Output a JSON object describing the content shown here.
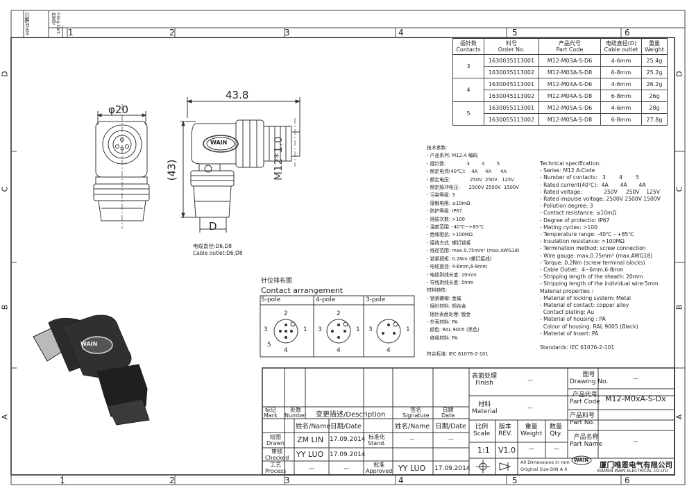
{
  "frame": {
    "filing_date_label": "日期/Date",
    "filing_cert_label_cn": "档案号",
    "filing_cert_label": "Filing Cert.",
    "columns": [
      "1",
      "2",
      "3",
      "4",
      "5",
      "6"
    ],
    "rows": [
      "D",
      "C",
      "B",
      "A"
    ]
  },
  "bom": {
    "headers": [
      {
        "cn": "插针数",
        "en": "Contacts"
      },
      {
        "cn": "料号",
        "en": "Order No."
      },
      {
        "cn": "产品代号",
        "en": "Part Code"
      },
      {
        "cn": "电缆直径(D)",
        "en": "Cable outlet"
      },
      {
        "cn": "重量",
        "en": "Weight"
      }
    ],
    "groups": [
      {
        "contacts": "3",
        "rows": [
          {
            "order": "1630035113001",
            "part": "M12-M03A-S-D6",
            "cable": "4-6mm",
            "weight": "25.4g"
          },
          {
            "order": "1630035113002",
            "part": "M12-M03A-S-D8",
            "cable": "6-8mm",
            "weight": "25.2g"
          }
        ]
      },
      {
        "contacts": "4",
        "rows": [
          {
            "order": "1630045113001",
            "part": "M12-M04A-S-D6",
            "cable": "4-6mm",
            "weight": "26.2g"
          },
          {
            "order": "1630045113002",
            "part": "M12-M04A-S-D8",
            "cable": "6-8mm",
            "weight": "26g"
          }
        ]
      },
      {
        "contacts": "5",
        "rows": [
          {
            "order": "1630055113001",
            "part": "M12-M05A-S-D6",
            "cable": "4-6mm",
            "weight": "28g"
          },
          {
            "order": "1630055113002",
            "part": "M12-M05A-S-D8",
            "cable": "6-8mm",
            "weight": "27.8g"
          }
        ]
      }
    ]
  },
  "dims": {
    "diameter": "φ20",
    "length": "43.8",
    "height": "(43)",
    "thread": "M12*1.0",
    "d_label": "D",
    "brand": "WAIN",
    "cable_cn": "电缆直径:D6,D8",
    "cable_en": "Cable outlet:D6,D8"
  },
  "contact": {
    "title_cn": "针位排布图",
    "title_en": "Contact arrangement",
    "poles": [
      "5-pole",
      "4-pole",
      "3-pole"
    ],
    "pin_labels": {
      "p1": "1",
      "p2": "2",
      "p3": "3",
      "p4": "4",
      "p5": "5"
    }
  },
  "spec_cn": [
    "技术参数:",
    "- 产品系列: M12-A 编码",
    "- 插针数:              3        4        5",
    "- 额定电流(40℃):    4A     4A      4A",
    "- 额定电压:             250V  250V   125V",
    "- 额定脉冲电压:      2500V 2500V  1500V",
    "- 污染等级: 3",
    "- 接触电阻: ≤10mΩ",
    "- 防护等级: IP67",
    "- 插拔次数: >100",
    "- 温度范围: -40℃~+85℃",
    "- 绝缘阻抗: >100MΩ",
    "- 接线方式: 螺钉锁紧",
    "- 线径范围: max.0.75mm² (max.AWG18)",
    "- 锁紧扭矩: 0.2Nm (螺钉接线)",
    "- 电缆直径: 4-6mm,6-8mm",
    "- 电缆剥线长度: 20mm",
    "- 导线剥线长度: 5mm",
    "材料特性:",
    "- 锁紧螺帽: 金属",
    "- 插针材料: 铜合金",
    "  插针表面处理: 镀金",
    "- 外壳材料: PA",
    "  颜色: RAL 9005 (黑色)",
    "- 绝缘材料: PA",
    "",
    "符合标准: IEC 61076-2-101"
  ],
  "spec_en": [
    "Technical specification:",
    "- Series: M12 A-Code",
    "- Number of contacts:   3        4        5",
    "- Rated current(40℃):  4A       4A       4A",
    "- Rated voltage:             250V     250V    125V",
    "- Rated impulse voltage: 2500V 2500V 1500V",
    "- Pollution degree: 3",
    "- Contact resistance: ≤10mΩ",
    "- Degree of protectio: IP67",
    "- Mating cycles: >100",
    "- Temperature range: -40℃ - +85℃",
    "- Insulation resistance: >100MΩ",
    "- Termination method: screw connection",
    "- Wire gauge: max.0.75mm² (max.AWG18)",
    "- Torque: 0.2Nm (screw terminal blocks)",
    "- Cable Outlet:  4~6mm,6-8mm",
    "- Stripping length of the sheath: 20mm",
    "- Stripping length of the individual wire:5mm",
    "Material properties :",
    "- Material of locking system: Metal",
    "- Material of contact: copper alloy",
    "  Contact plating: Au",
    "- Material of housing : PA",
    "  Colour of housing: RAL 9005 (Black)",
    "- Material of Insert: PA",
    "",
    "Standards: IEC 61076-2-101"
  ],
  "title_block": {
    "mark_cn": "标记",
    "mark_en": "Mark",
    "number_cn": "处数",
    "number_en": "Number",
    "desc": "变更描述/Description",
    "sig_cn": "签名",
    "sig_en": "Signature",
    "date_cn": "日期",
    "date_en": "Date",
    "name_date": "姓名/Name",
    "date2": "日期/Date",
    "drawn_cn": "绘图",
    "drawn_en": "Drawn",
    "drawn_name": "ZM LIN",
    "drawn_date": "17.09.2014",
    "stand_cn": "标准化",
    "stand_en": "Stand.",
    "stand_name": "—",
    "stand_date": "—",
    "checked_cn": "审核",
    "checked_en": "Checked",
    "checked_name": "YY LUO",
    "checked_date": "17.09.2014",
    "process_cn": "工艺",
    "process_en": "Process",
    "process_name": "—",
    "process_date": "—",
    "approved_cn": "批准",
    "approved_en": "Approved",
    "approved_name": "YY LUO",
    "approved_date": "17.09.2014",
    "finish_cn": "表面处理",
    "finish_en": "Finish",
    "finish_val": "—",
    "material_cn": "材料",
    "material_en": "Material",
    "material_val": "—",
    "scale_cn": "比例",
    "scale_en": "Scale",
    "scale_val": "1:1",
    "rev_cn": "版本",
    "rev_en": "REV.",
    "rev_val": "V1.0",
    "weight_cn": "重量",
    "weight_en": "Weight",
    "weight_val": "—",
    "qty_cn": "数量",
    "qty_en": "Qty.",
    "qty_val": "—",
    "drawing_no_cn": "图号",
    "drawing_no_en": "Drawing No.",
    "drawing_no_val": "—",
    "part_code_cn": "产品代号",
    "part_code_en": "Part Code",
    "part_code_val": "M12-M0xA-S-Dx",
    "part_no_cn": "产品料号",
    "part_no_en": "Part No.",
    "part_no_val": "—",
    "part_name_cn": "产品名称",
    "part_name_en": "Part Name",
    "part_name_val": "—",
    "dims_note": "All Dimensions in mm",
    "size_note": "Original Size DIN A 4",
    "company_cn": "厦门唯恩电气有限公司",
    "company_en": "XIAMEN WAIN ELECTRICAL CO.LTD",
    "logo": "WAIN"
  }
}
